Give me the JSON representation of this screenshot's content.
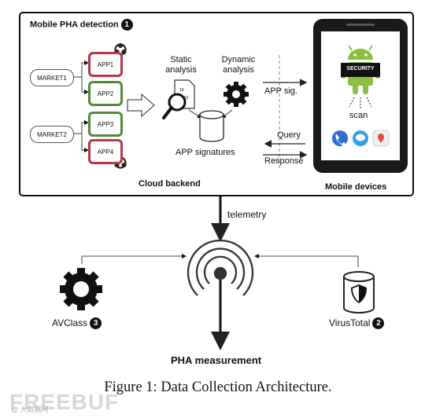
{
  "figure": {
    "detection_title": "Mobile PHA detection",
    "detection_step": "1",
    "cloud_label": "Cloud backend",
    "mobile_label": "Mobile devices",
    "markets": [
      "MARKET1",
      "MARKET2"
    ],
    "apps": [
      {
        "label": "APP1",
        "status": "malicious"
      },
      {
        "label": "APP2",
        "status": "benign"
      },
      {
        "label": "APP3",
        "status": "benign"
      },
      {
        "label": "APP4",
        "status": "malicious"
      }
    ],
    "static_label": "Static\nanalysis",
    "dynamic_label": "Dynamic\nanalysis",
    "signatures_label": "APP signatures",
    "app_sig_label": "APP sig.",
    "query_label": "Query",
    "response_label": "Response",
    "security_label": "SECURITY",
    "scan_label": "scan",
    "telemetry_label": "telemetry",
    "avclass_label": "AVClass",
    "avclass_step": "3",
    "virustotal_label": "VirusTotal",
    "virustotal_step": "2",
    "measurement_label": "PHA measurement",
    "caption": "Figure 1: Data Collection Architecture."
  },
  "watermark": {
    "text": "FREEBUF",
    "subtext": "@ 大数据网"
  },
  "colors": {
    "malicious": "#b5384a",
    "benign": "#4f8a3a",
    "android": "#8cbf3f"
  }
}
